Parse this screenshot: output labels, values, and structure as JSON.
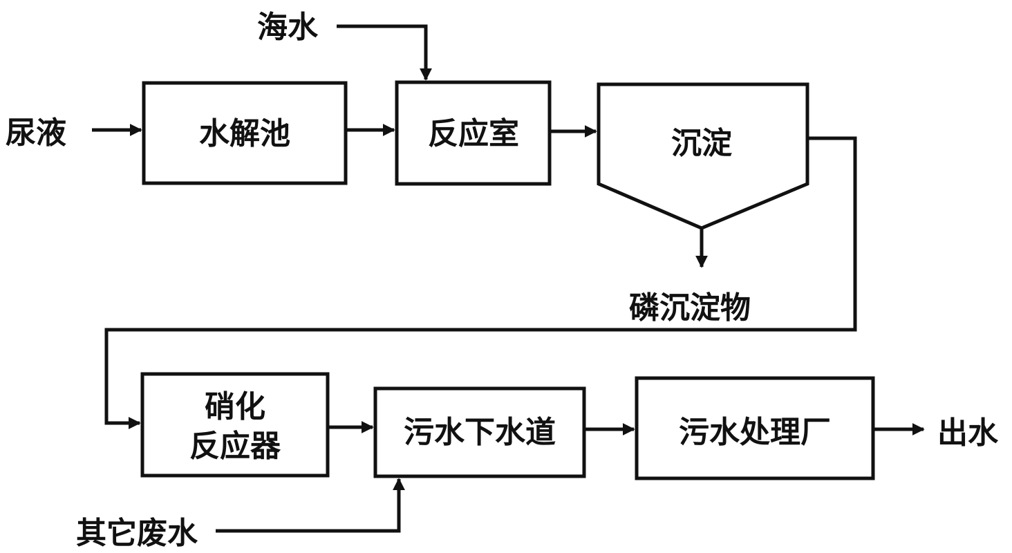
{
  "inputs": {
    "urine": "尿液",
    "seawater": "海水",
    "other_wastewater": "其它废水"
  },
  "boxes": {
    "hydrolysis": "水解池",
    "reactor": "反应室",
    "settling": "沉淀",
    "nitrification_line1": "硝化",
    "nitrification_line2": "反应器",
    "sewer": "污水下水道",
    "treatment_plant": "污水处理厂"
  },
  "outputs": {
    "phosphorus_precipitate": "磷沉淀物",
    "effluent": "出水"
  },
  "colors": {
    "line": "#111111",
    "background": "#ffffff"
  }
}
